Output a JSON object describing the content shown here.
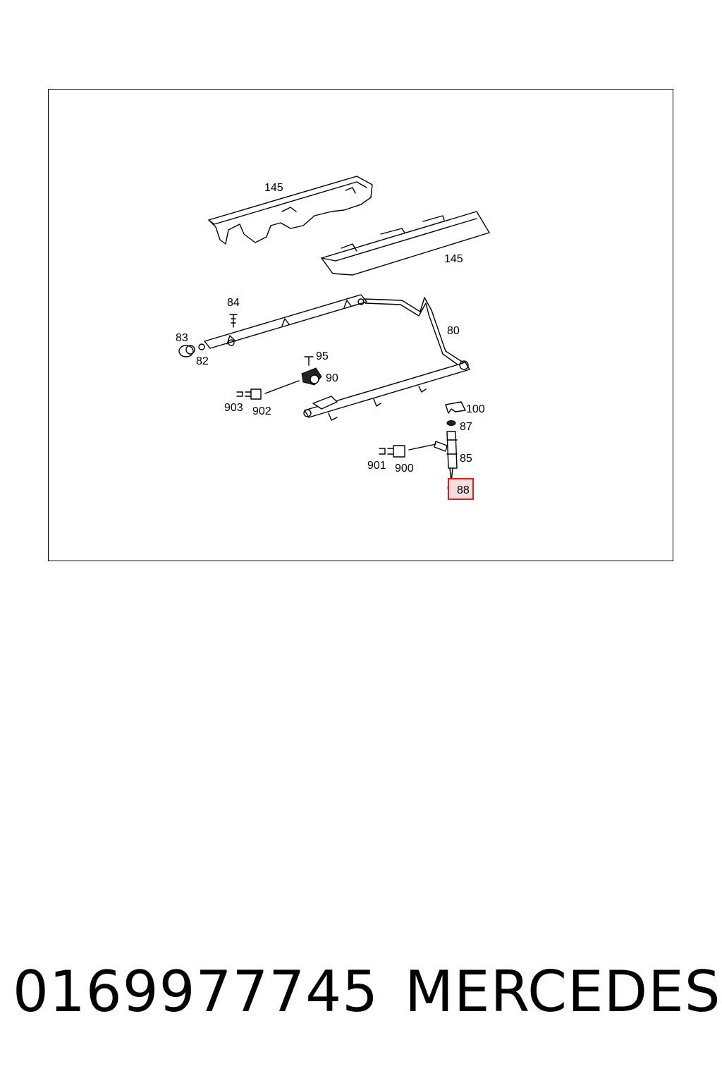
{
  "diagram": {
    "callouts": {
      "c145a": "145",
      "c145b": "145",
      "c84": "84",
      "c83": "83",
      "c82": "82",
      "c80": "80",
      "c95": "95",
      "c90": "90",
      "c903": "903",
      "c902": "902",
      "c100": "100",
      "c87": "87",
      "c85": "85",
      "c901": "901",
      "c900": "900",
      "c88": "88"
    },
    "highlighted_callout": "88",
    "highlight_color": "#e0201c"
  },
  "footer": {
    "part_number": "0169977745",
    "brand": "MERCEDES"
  }
}
